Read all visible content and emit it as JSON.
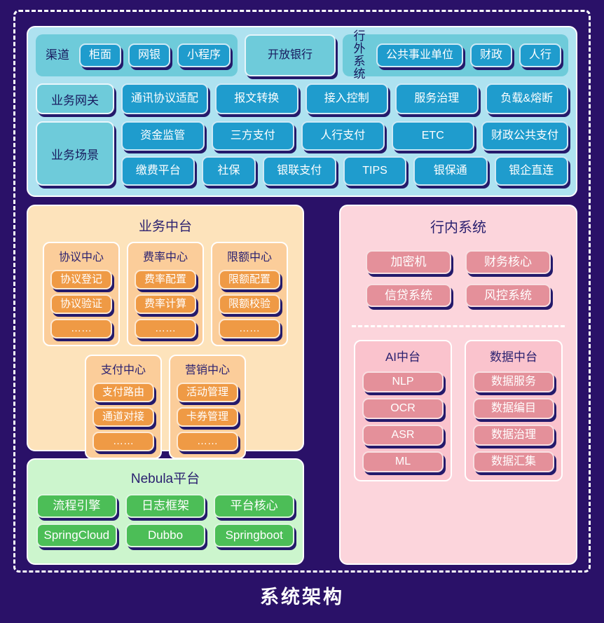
{
  "diagram": {
    "title": "系统架构",
    "colors": {
      "background": "#2a1168",
      "frame_border": "#ffffff",
      "channel_panel": "#aee2f0",
      "channel_group": "#6ecbda",
      "channel_button": "#1f9ccd",
      "biz_panel": "#fde3bb",
      "biz_card": "#fbcd9a",
      "biz_button": "#ef9a45",
      "nebula_panel": "#ccf5cd",
      "nebula_button": "#4cbe57",
      "inbank_panel": "#fcd5dc",
      "inbank_card": "#fac3cd",
      "inbank_button": "#e4909a",
      "shadow": "#241a6b",
      "dark_text": "#2b2170"
    }
  },
  "channel_section": {
    "row_channel": {
      "groups": [
        {
          "label": "渠道",
          "items": [
            "柜面",
            "网银",
            "小程序"
          ]
        },
        {
          "label": "行外\n系统",
          "items": [
            "公共事业单位",
            "财政",
            "人行"
          ]
        }
      ],
      "standalone": [
        "开放银行"
      ]
    },
    "row_gateway": {
      "label": "业务网关",
      "items": [
        "通讯协议适配",
        "报文转换",
        "接入控制",
        "服务治理",
        "负载&熔断"
      ]
    },
    "row_scenario": {
      "label": "业务场景",
      "items_top": [
        "资金监管",
        "三方支付",
        "人行支付",
        "ETC",
        "财政公共支付"
      ],
      "items_bottom": [
        "缴费平台",
        "社保",
        "银联支付",
        "TIPS",
        "银保通",
        "银企直连"
      ]
    }
  },
  "biz_section": {
    "title": "业务中台",
    "cards_top": [
      {
        "title": "协议中心",
        "items": [
          "协议登记",
          "协议验证",
          "……"
        ]
      },
      {
        "title": "费率中心",
        "items": [
          "费率配置",
          "费率计算",
          "……"
        ]
      },
      {
        "title": "限额中心",
        "items": [
          "限额配置",
          "限额校验",
          "……"
        ]
      }
    ],
    "cards_bottom": [
      {
        "title": "支付中心",
        "items": [
          "支付路由",
          "通道对接",
          "……"
        ]
      },
      {
        "title": "营销中心",
        "items": [
          "活动管理",
          "卡券管理",
          "……"
        ]
      }
    ]
  },
  "nebula_section": {
    "title": "Nebula平台",
    "row1": [
      "流程引擎",
      "日志框架",
      "平台核心"
    ],
    "row2": [
      "SpringCloud",
      "Dubbo",
      "Springboot"
    ]
  },
  "inbank_section": {
    "title": "行内系统",
    "items": [
      "加密机",
      "财务核心",
      "信贷系统",
      "风控系统"
    ],
    "sub_cards": [
      {
        "title": "AI中台",
        "items": [
          "NLP",
          "OCR",
          "ASR",
          "ML"
        ]
      },
      {
        "title": "数据中台",
        "items": [
          "数据服务",
          "数据编目",
          "数据治理",
          "数据汇集"
        ]
      }
    ]
  }
}
